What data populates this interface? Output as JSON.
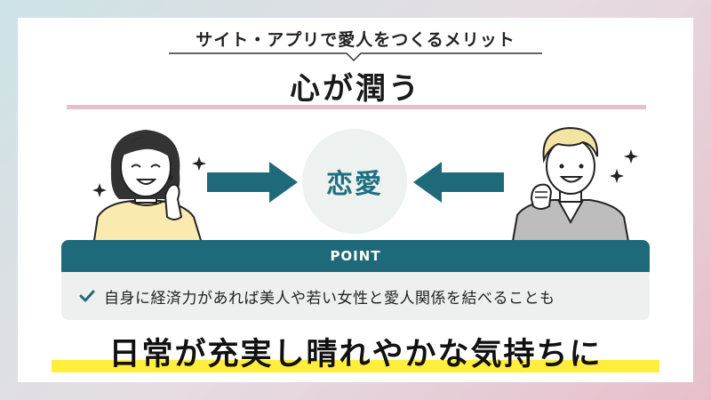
{
  "header": {
    "subtitle": "サイト・アプリで愛人をつくるメリット",
    "headline": "心が潤う"
  },
  "center": {
    "label": "恋愛"
  },
  "point": {
    "heading": "POINT",
    "item": "自身に経済力があれば美人や若い女性と愛人関係を結べることも"
  },
  "footer": {
    "conclusion": "日常が充実し晴れやかな気持ちに"
  },
  "colors": {
    "teal": "#1f6a7a",
    "pink": "#e5c0cc",
    "yellow": "#ffee3b"
  },
  "icons": [
    "sparkle-icon",
    "arrow-right-icon",
    "arrow-left-icon",
    "check-icon"
  ]
}
